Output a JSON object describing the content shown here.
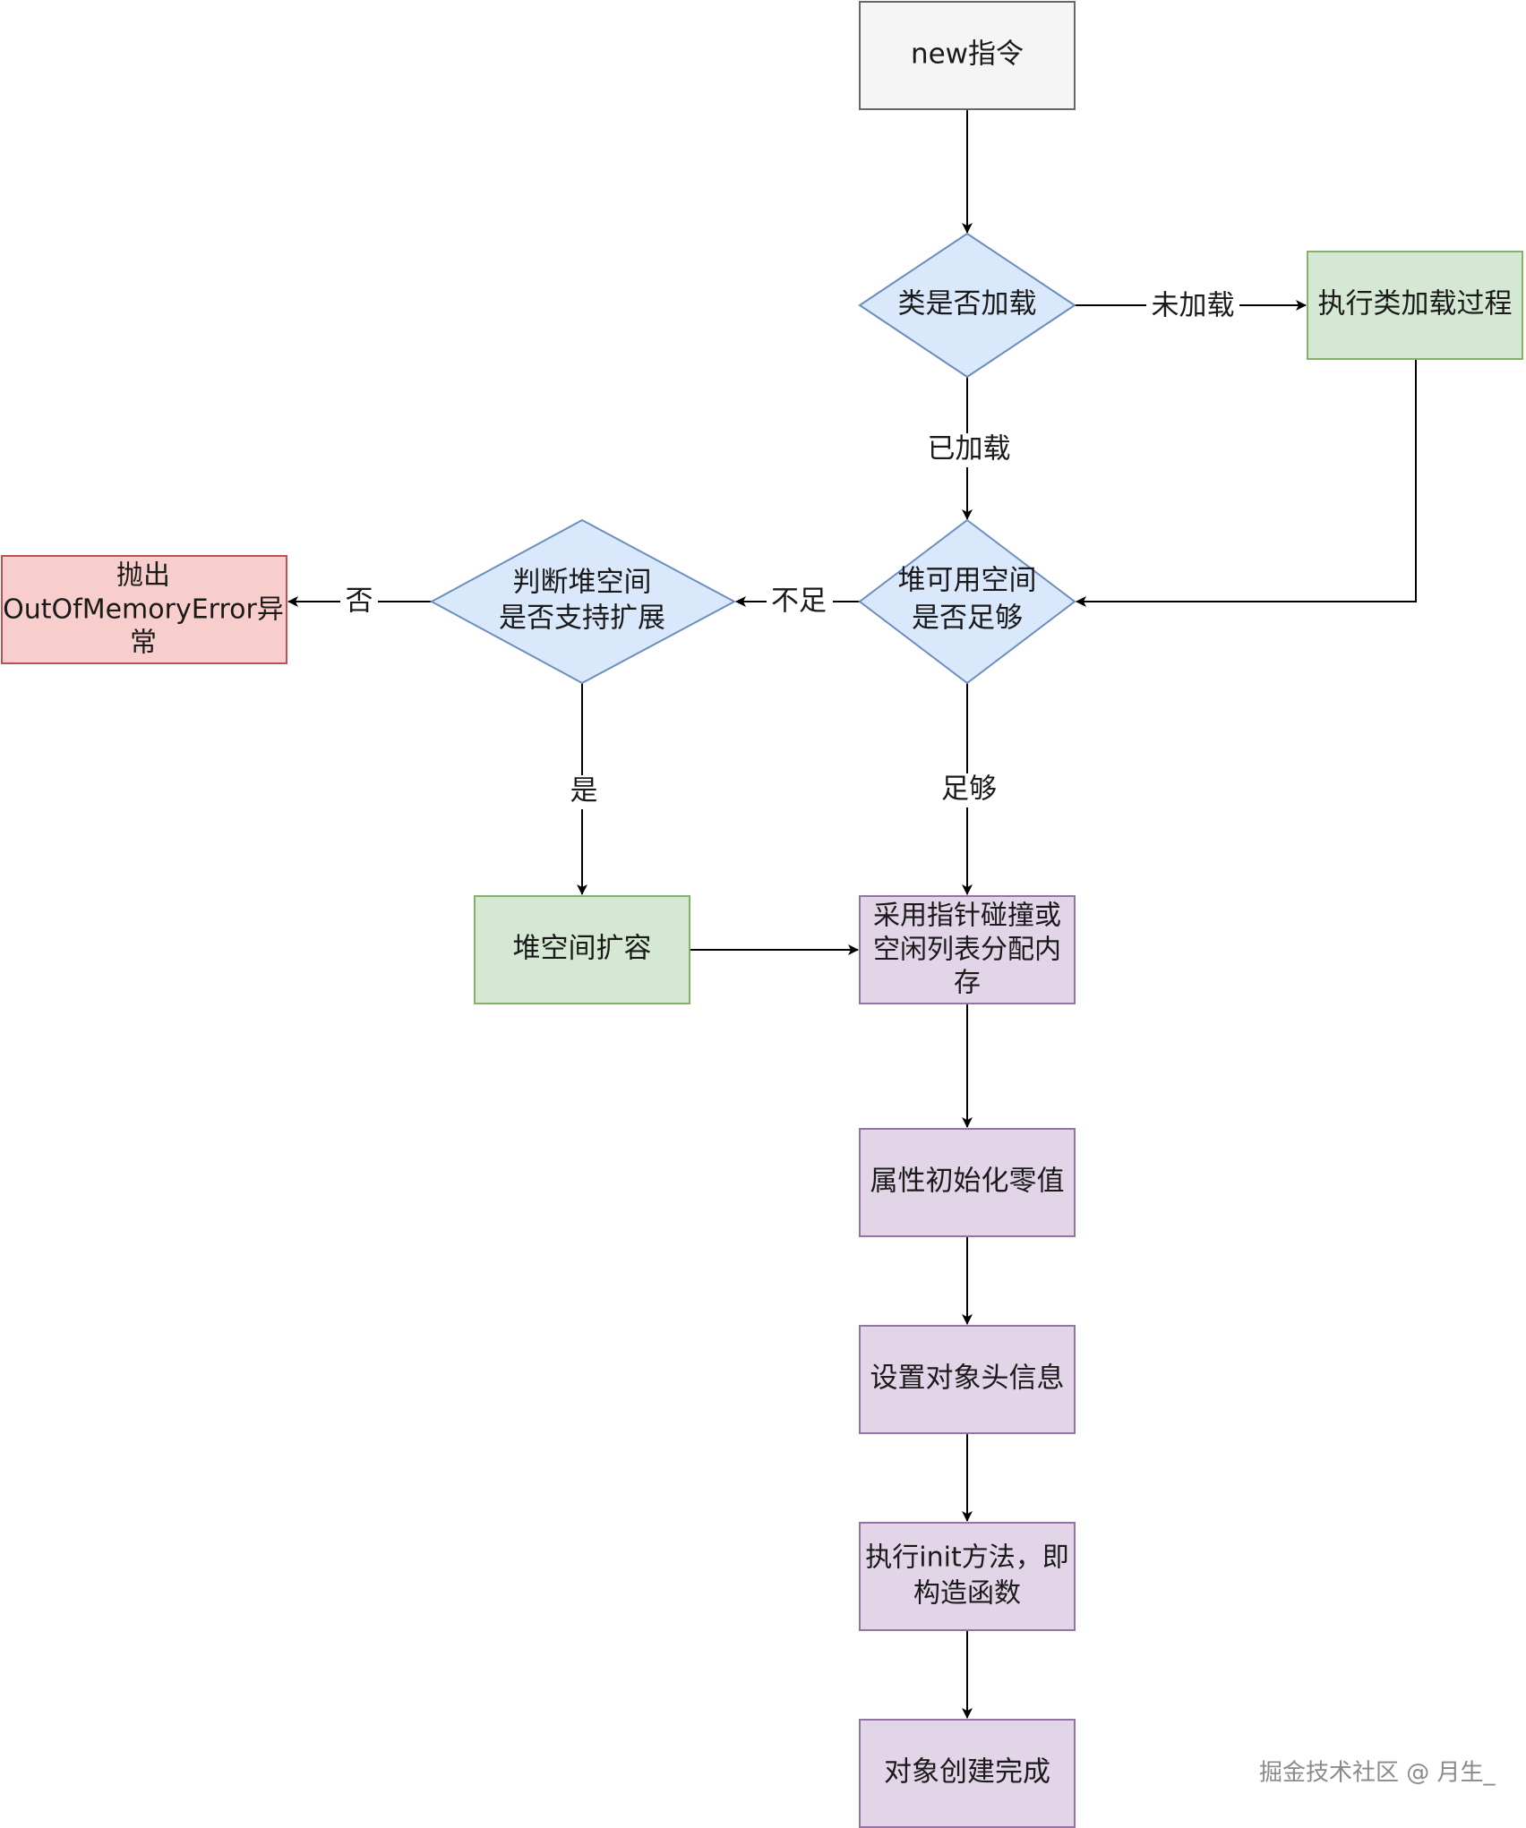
{
  "colors": {
    "start": {
      "fill": "#f5f5f5",
      "stroke": "#666666"
    },
    "decision": {
      "fill": "#dae8fc",
      "stroke": "#6c8ebf"
    },
    "green": {
      "fill": "#d5e8d4",
      "stroke": "#82b366"
    },
    "red": {
      "fill": "#f8cecc",
      "stroke": "#b85450"
    },
    "purple": {
      "fill": "#e1d5e7",
      "stroke": "#9673a6"
    },
    "edge": "#000000"
  },
  "nodes": {
    "new_instruction": {
      "lines": [
        "new指令"
      ]
    },
    "class_loaded_check": {
      "lines": [
        "类是否加载"
      ]
    },
    "run_class_loading": {
      "lines": [
        "执行类加载过程"
      ]
    },
    "heap_space_check": {
      "lines": [
        "堆可用空间",
        "是否足够"
      ]
    },
    "heap_expand_check": {
      "lines": [
        "判断堆空间",
        "是否支持扩展"
      ]
    },
    "throw_oom": {
      "lines": [
        "抛出",
        "OutOfMemoryError异",
        "常"
      ]
    },
    "heap_expand": {
      "lines": [
        "堆空间扩容"
      ]
    },
    "allocate_memory": {
      "lines": [
        "采用指针碰撞或",
        "空闲列表分配内",
        "存"
      ]
    },
    "init_zero_values": {
      "lines": [
        "属性初始化零值"
      ]
    },
    "set_object_header": {
      "lines": [
        "设置对象头信息"
      ]
    },
    "run_init": {
      "lines": [
        "执行init方法，即",
        "构造函数"
      ]
    },
    "object_created": {
      "lines": [
        "对象创建完成"
      ]
    }
  },
  "edge_labels": {
    "not_loaded": "未加载",
    "loaded": "已加载",
    "insufficient": "不足",
    "sufficient": "足够",
    "no": "否",
    "yes": "是"
  },
  "watermark": "掘金技术社区 @ 月生_"
}
